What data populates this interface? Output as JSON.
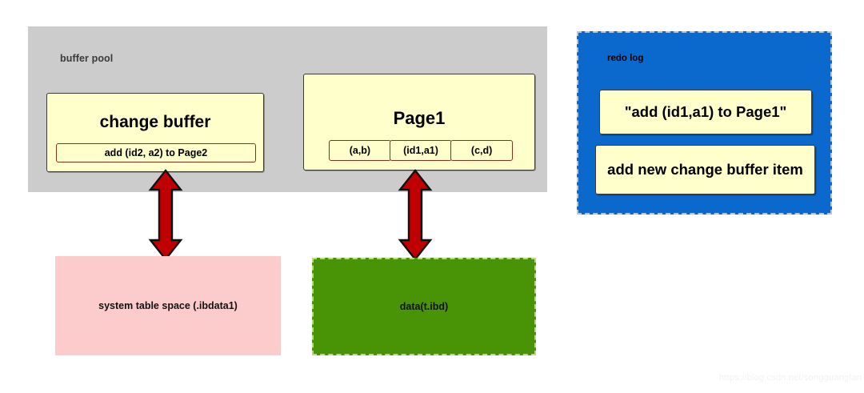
{
  "diagram": {
    "buffer_pool": {
      "label": "buffer pool",
      "bg_color": "#cccccc",
      "change_buffer": {
        "title": "change buffer",
        "entry": "add (id2, a2) to Page2"
      },
      "page1": {
        "title": "Page1",
        "cells": [
          "(a,b)",
          "(id1,a1)",
          "(c,d)"
        ]
      }
    },
    "storage": {
      "system_table_space": {
        "label": "system table space (.ibdata1)",
        "bg_color": "#fccccc"
      },
      "data_file": {
        "label": "data(t.ibd)",
        "bg_color": "#489406"
      }
    },
    "redo_log": {
      "label": "redo log",
      "bg_color": "#0b69ce",
      "entries": [
        "\"add (id1,a1) to Page1\"",
        "add new change buffer item"
      ]
    },
    "arrows": [
      {
        "name": "change-buffer-to-system-table-space",
        "color": "#c00000",
        "direction": "bidirectional"
      },
      {
        "name": "page1-to-data-file",
        "color": "#c00000",
        "direction": "bidirectional"
      }
    ],
    "watermark": "https://blog.csdn.net/songguangfan"
  }
}
